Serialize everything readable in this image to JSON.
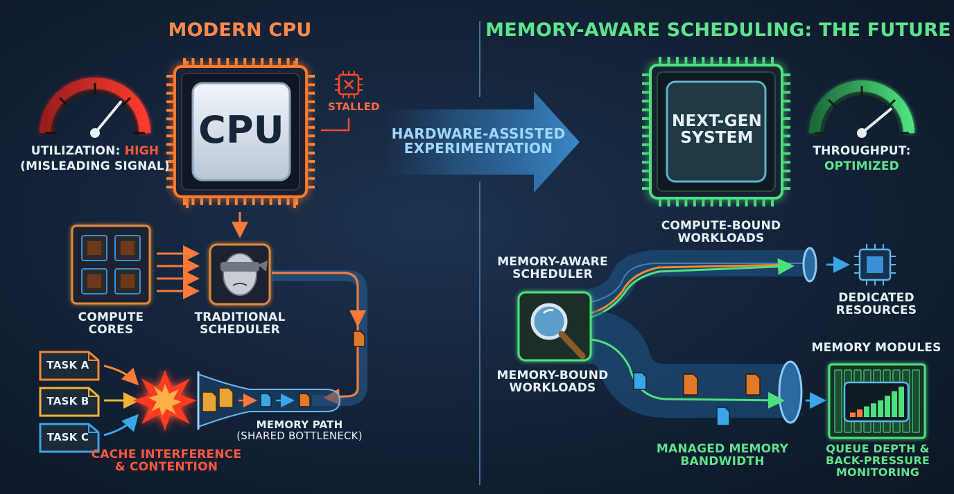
{
  "left": {
    "title": "MODERN CPU",
    "cpu_label": "CPU",
    "stalled_label": "STALLED",
    "util_prefix": "UTILIZATION: ",
    "util_value": "HIGH",
    "util_note": "(MISLEADING SIGNAL)",
    "util_level": 0.72,
    "cores_label": [
      "COMPUTE",
      "CORES"
    ],
    "scheduler_label": [
      "TRADITIONAL",
      "SCHEDULER"
    ],
    "tasks": [
      {
        "label": "TASK A",
        "color": "#f28a2e"
      },
      {
        "label": "TASK B",
        "color": "#f2b33a"
      },
      {
        "label": "TASK C",
        "color": "#3aa6e8"
      }
    ],
    "contention_label": [
      "CACHE INTERFERENCE",
      "& CONTENTION"
    ],
    "path_label": [
      "MEMORY PATH",
      "(SHARED BOTTLENECK)"
    ]
  },
  "middle": {
    "arrow_label": [
      "HARDWARE-ASSISTED",
      "EXPERIMENTATION"
    ]
  },
  "right": {
    "title": "MEMORY-AWARE SCHEDULING: THE FUTURE",
    "chip_label": [
      "NEXT-GEN",
      "SYSTEM"
    ],
    "throughput_label": "THROUGHPUT:",
    "throughput_value": "OPTIMIZED",
    "throughput_level": 0.78,
    "compute_bound_label": [
      "COMPUTE-BOUND",
      "WORKLOADS"
    ],
    "scheduler_label": [
      "MEMORY-AWARE",
      "SCHEDULER"
    ],
    "memory_bound_label": [
      "MEMORY-BOUND",
      "WORKLOADS"
    ],
    "dedicated_label": [
      "DEDICATED",
      "RESOURCES"
    ],
    "modules_label": "MEMORY MODULES",
    "bandwidth_label": [
      "MANAGED MEMORY",
      "BANDWIDTH"
    ],
    "monitor_label": [
      "QUEUE DEPTH &",
      "BACK-PRESSURE",
      "MONITORING"
    ],
    "monitor_bars": [
      0.15,
      0.25,
      0.35,
      0.45,
      0.55,
      0.7,
      0.85,
      1.0
    ]
  },
  "colors": {
    "orange": "#ff8a4a",
    "green": "#5fe38b",
    "blue": "#6fc3ff",
    "red": "#ff4a2a",
    "background": "#14243a"
  },
  "icons": [
    "speedometer-icon",
    "cpu-chip-icon",
    "stalled-chip-icon",
    "blindfold-face-icon",
    "explosion-icon",
    "file-icon",
    "magnifier-icon",
    "memory-module-icon"
  ]
}
